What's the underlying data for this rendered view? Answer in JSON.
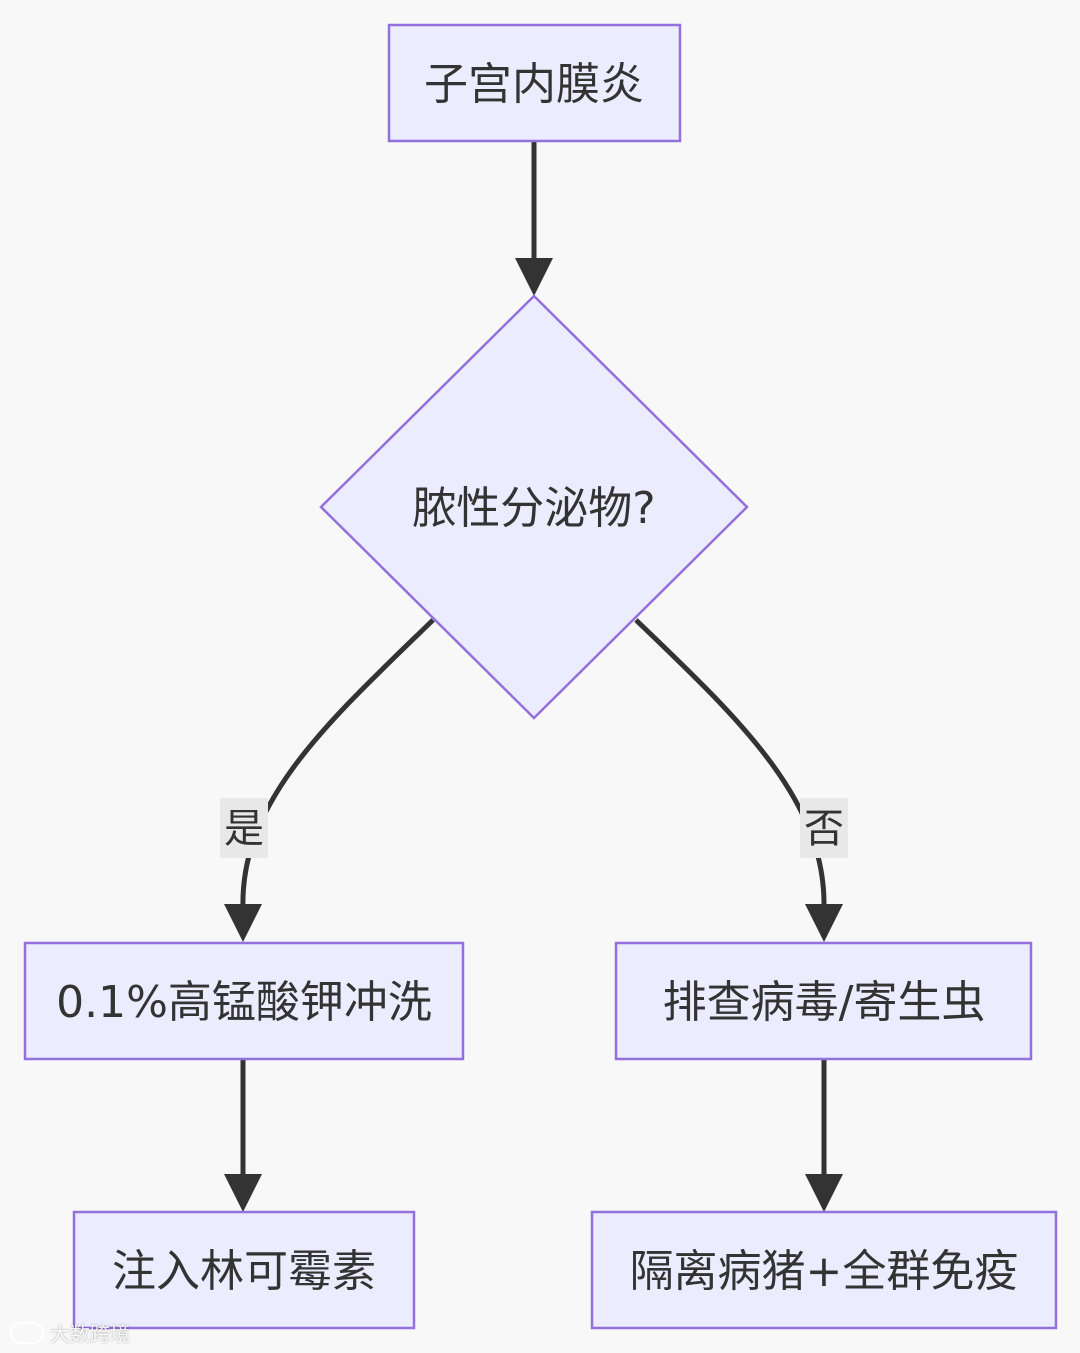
{
  "nodes": {
    "start": "子宫内膜炎",
    "decision": "脓性分泌物?",
    "yes_step1": "0.1%高锰酸钾冲洗",
    "yes_step2": "注入林可霉素",
    "no_step1": "排查病毒/寄生虫",
    "no_step2": "隔离病猪+全群免疫"
  },
  "edge_labels": {
    "yes": "是",
    "no": "否"
  },
  "watermark": "大数跨境",
  "colors": {
    "background": "#f8f8f8",
    "node_fill": "#ececff",
    "node_stroke": "#9370db",
    "edge": "#333333",
    "label_bg": "#e8e8e8"
  }
}
